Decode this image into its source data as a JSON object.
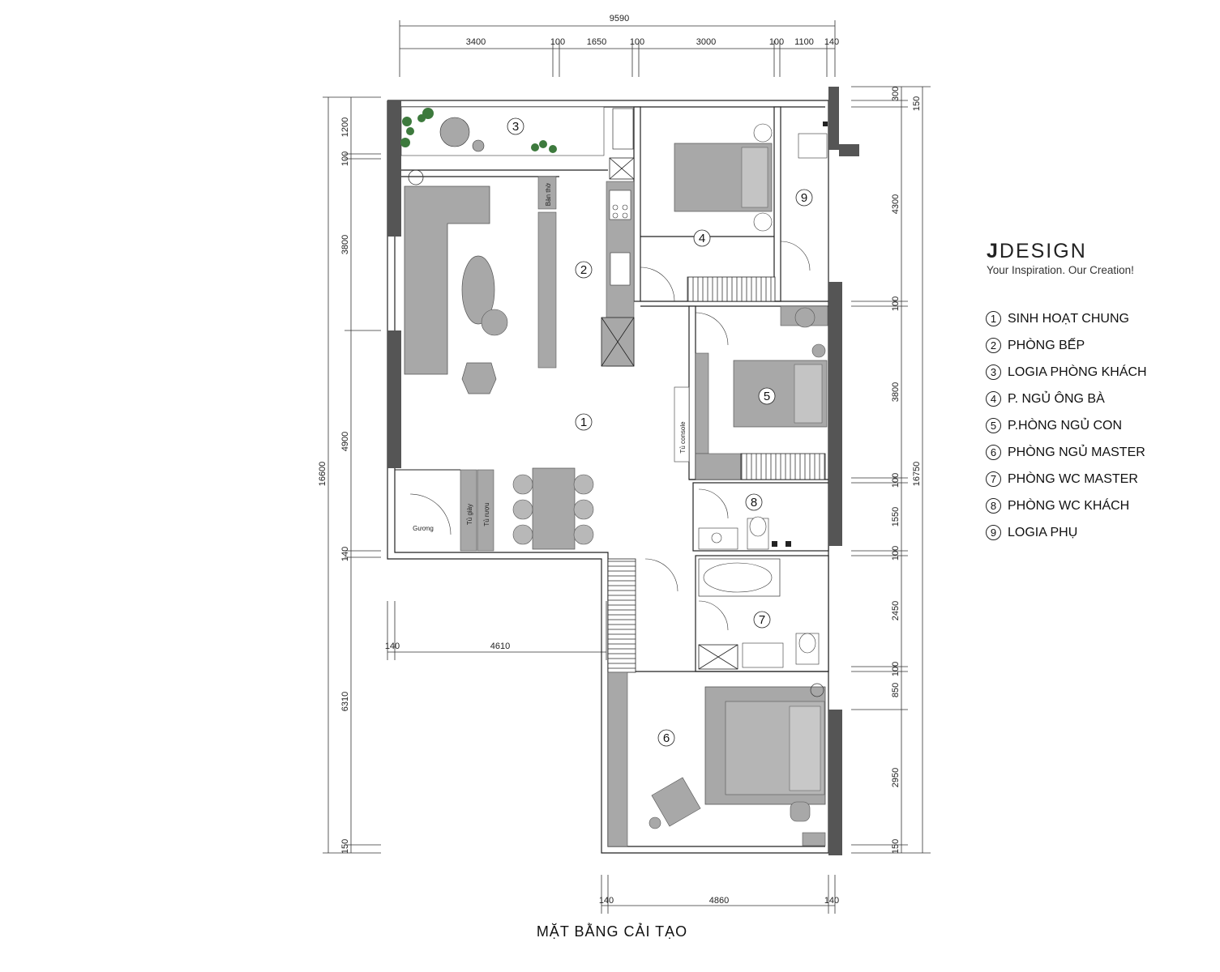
{
  "brand": {
    "logo_j": "J",
    "logo_text": "DESIGN",
    "tagline": "Your Inspiration. Our Creation!"
  },
  "legend": [
    {
      "num": "1",
      "label": "SINH HOẠT CHUNG"
    },
    {
      "num": "2",
      "label": "PHÒNG BẾP"
    },
    {
      "num": "3",
      "label": "LOGIA PHÒNG KHÁCH"
    },
    {
      "num": "4",
      "label": "P. NGỦ ÔNG BÀ"
    },
    {
      "num": "5",
      "label": "P.HÒNG NGỦ CON"
    },
    {
      "num": "6",
      "label": "PHÒNG NGỦ MASTER"
    },
    {
      "num": "7",
      "label": "PHÒNG WC MASTER"
    },
    {
      "num": "8",
      "label": "PHÒNG WC KHÁCH"
    },
    {
      "num": "9",
      "label": "LOGIA PHỤ"
    }
  ],
  "caption": "MẶT BẰNG CẢI TẠO",
  "dimensions": {
    "top_total": "9590",
    "top_segments": [
      "3400",
      "100",
      "1650",
      "100",
      "3000",
      "100",
      "1100",
      "140"
    ],
    "left_outer": "16600",
    "left_segments": [
      "1200",
      "100",
      "3800",
      "4900",
      "140",
      "6310",
      "150"
    ],
    "right_outer": "16750",
    "right_segments": [
      "300",
      "150",
      "4300",
      "100",
      "3800",
      "100",
      "1550",
      "100",
      "2450",
      "100",
      "850",
      "2950",
      "150"
    ],
    "inner_bottom": [
      "140",
      "4610"
    ],
    "bottom": [
      "140",
      "4860",
      "140"
    ]
  },
  "room_numbers": [
    "1",
    "2",
    "3",
    "4",
    "5",
    "6",
    "7",
    "8",
    "9"
  ],
  "furniture_labels": {
    "ban_tho": "Bàn thờ",
    "tu_console": "Tủ console",
    "tu_giay": "Tủ giày",
    "tu_ruou": "Tủ rượu",
    "guong": "Gương"
  },
  "colors": {
    "wall": "#555555",
    "furniture": "#a8a8a8",
    "furniture_dark": "#8c8c8c",
    "line": "#222222",
    "plant": "#3d7a3d"
  }
}
